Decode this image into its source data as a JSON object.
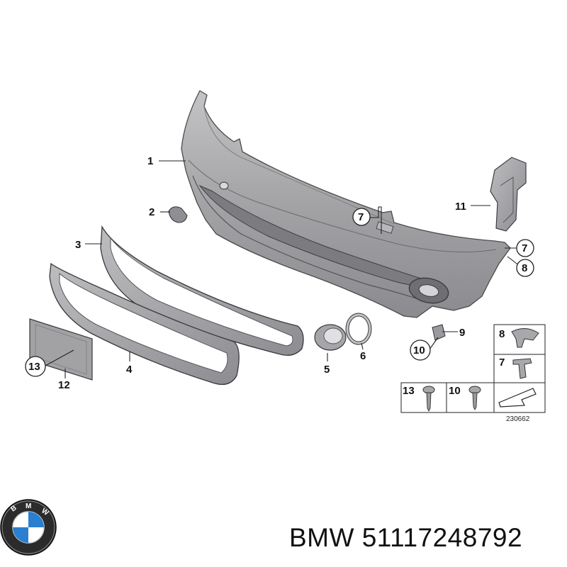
{
  "diagram": {
    "callouts": [
      "1",
      "2",
      "3",
      "4",
      "5",
      "6",
      "7",
      "8",
      "9",
      "10",
      "11",
      "12",
      "13"
    ],
    "legend": {
      "clip_label": "8",
      "screw_label": "7",
      "bolt_a_label": "13",
      "bolt_b_label": "10"
    },
    "diagram_number": "230662"
  },
  "brand": {
    "logo_text": "BMW",
    "footer_text": "BMW 51117248792"
  },
  "colors": {
    "part_fill": "#a9a9ab",
    "outline": "#4a4a4a",
    "bmw_blue": "#2a7fd0"
  }
}
